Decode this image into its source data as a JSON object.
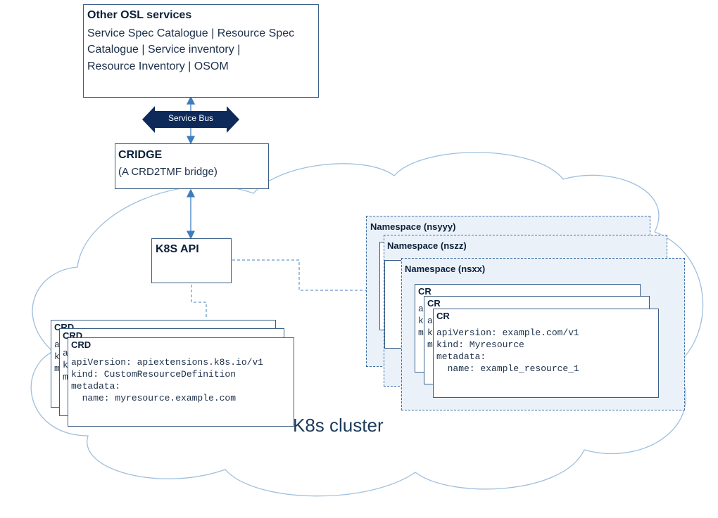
{
  "osl": {
    "title": "Other OSL services",
    "line1": "Service Spec Catalogue | Resource Spec",
    "line2": "Catalogue | Service inventory |",
    "line3": "Resource Inventory | OSOM"
  },
  "service_bus": {
    "label": "Service Bus"
  },
  "cridge": {
    "title": "CRIDGE",
    "subtitle": "(A CRD2TMF bridge)"
  },
  "k8s_api": {
    "title": "K8S API"
  },
  "cluster": {
    "label": "K8s cluster"
  },
  "crd_front": {
    "title": "CRD",
    "line1": "apiVersion: apiextensions.k8s.io/v1",
    "line2": "kind: CustomResourceDefinition",
    "line3": "metadata:",
    "line4": "  name: myresource.example.com"
  },
  "crd_back": {
    "title": "CRD",
    "c1": "a",
    "c2": "k",
    "c3": "m"
  },
  "namespaces": {
    "ns1": "Namespace (nsyyy)",
    "ns2": "Namespace (nszz)",
    "ns3": "Namespace (nsxx)"
  },
  "cr_front": {
    "title": "CR",
    "line1": "apiVersion: example.com/v1",
    "line2": "kind: Myresource",
    "line3": "metadata:",
    "line4": "  name: example_resource_1"
  },
  "cr_back": {
    "title": "CR",
    "c1": "a",
    "c2": "k",
    "c3": "m"
  },
  "colors": {
    "cloud_stroke": "#9fbfdd",
    "box_border": "#3a5f86",
    "arrow": "#3f7cbf",
    "bus_fill": "#0d2a5a",
    "namespace_fill": "#eaf1f9",
    "text": "#0b1f3a"
  }
}
